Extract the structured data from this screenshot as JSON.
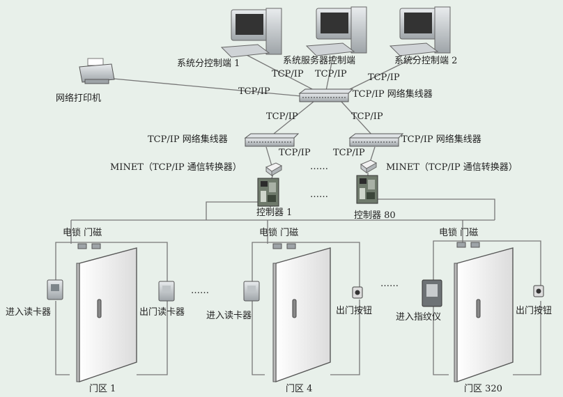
{
  "labels": {
    "client1": "系统分控制端 1",
    "server": "系统服务器控制端",
    "client2": "系统分控制端 2",
    "printer": "网络打印机",
    "tcp_c1": "TCP/IP",
    "tcp_srv": "TCP/IP",
    "tcp_c2": "TCP/IP",
    "tcp_printer": "TCP/IP",
    "main_hub": "TCP/IP 网络集线器",
    "tcp_left_hub": "TCP/IP",
    "tcp_right_hub": "TCP/IP",
    "left_hub": "TCP/IP 网络集线器",
    "right_hub": "TCP/IP 网络集线器",
    "tcp_left_minet": "TCP/IP",
    "tcp_right_minet": "TCP/IP",
    "minet_left": "MINET（TCP/IP 通信转换器）",
    "minet_right": "MINET（TCP/IP 通信转换器）",
    "ellipsis_minet": "……",
    "ellipsis_ctrl": "……",
    "ctrl1": "控制器 1",
    "ctrl80": "控制器 80",
    "lock_mag_1": "电锁 门磁",
    "lock_mag_2": "电锁 门磁",
    "lock_mag_3": "电锁 门磁",
    "reader_in_1": "进入读卡器",
    "reader_out_1": "出门读卡器",
    "ellipsis_doors_1": "……",
    "reader_in_2": "进入读卡器",
    "exit_btn_2": "出门按钮",
    "ellipsis_doors_2": "……",
    "fingerprint_3": "进入指纹仪",
    "exit_btn_3": "出门按钮",
    "door1": "门区 1",
    "door4": "门区 4",
    "door320": "门区 320"
  },
  "colors": {
    "background": "#e8f0ea",
    "line": "#777777",
    "device": "#b8bdc0",
    "door": "#f4f4f4",
    "door_edge": "#555555"
  },
  "icons": [
    "computer-icon",
    "printer-icon",
    "hub-icon",
    "converter-icon",
    "controller-icon",
    "door-icon",
    "card-reader-icon",
    "exit-button-icon",
    "fingerprint-reader-icon"
  ]
}
